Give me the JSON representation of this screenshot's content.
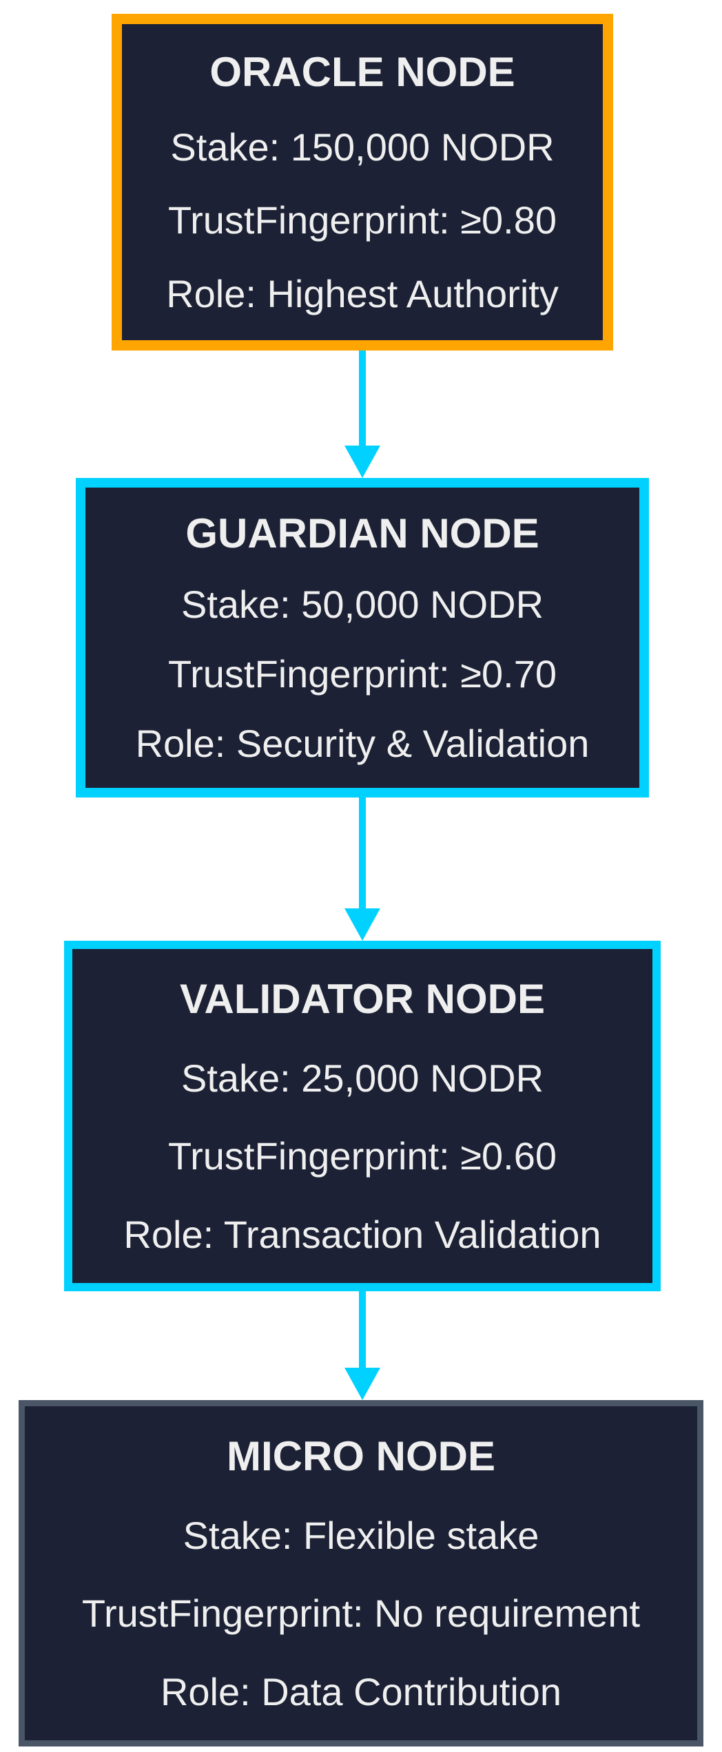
{
  "diagram": {
    "type": "flowchart",
    "direction": "top-down",
    "background_color": "#FFFFFF",
    "node_fill_color": "#1C2135",
    "text_color": "#EFEFEF",
    "arrow_color": "#00D1FF",
    "nodes": [
      {
        "id": "oracle",
        "title": "ORACLE NODE",
        "border_color": "#FFA502",
        "lines": [
          "Stake: 150,000 NODR",
          "TrustFingerprint: ≥0.80",
          "Role: Highest Authority"
        ]
      },
      {
        "id": "guardian",
        "title": "GUARDIAN NODE",
        "border_color": "#00D1FF",
        "lines": [
          "Stake: 50,000 NODR",
          "TrustFingerprint: ≥0.70",
          "Role: Security & Validation"
        ]
      },
      {
        "id": "validator",
        "title": "VALIDATOR NODE",
        "border_color": "#00D1FF",
        "lines": [
          "Stake: 25,000 NODR",
          "TrustFingerprint: ≥0.60",
          "Role: Transaction Validation"
        ]
      },
      {
        "id": "micro",
        "title": "MICRO NODE",
        "border_color": "#4A5566",
        "lines": [
          "Stake: Flexible stake",
          "TrustFingerprint: No requirement",
          "Role: Data Contribution"
        ]
      }
    ],
    "edges": [
      {
        "from": "oracle",
        "to": "guardian"
      },
      {
        "from": "guardian",
        "to": "validator"
      },
      {
        "from": "validator",
        "to": "micro"
      }
    ]
  }
}
